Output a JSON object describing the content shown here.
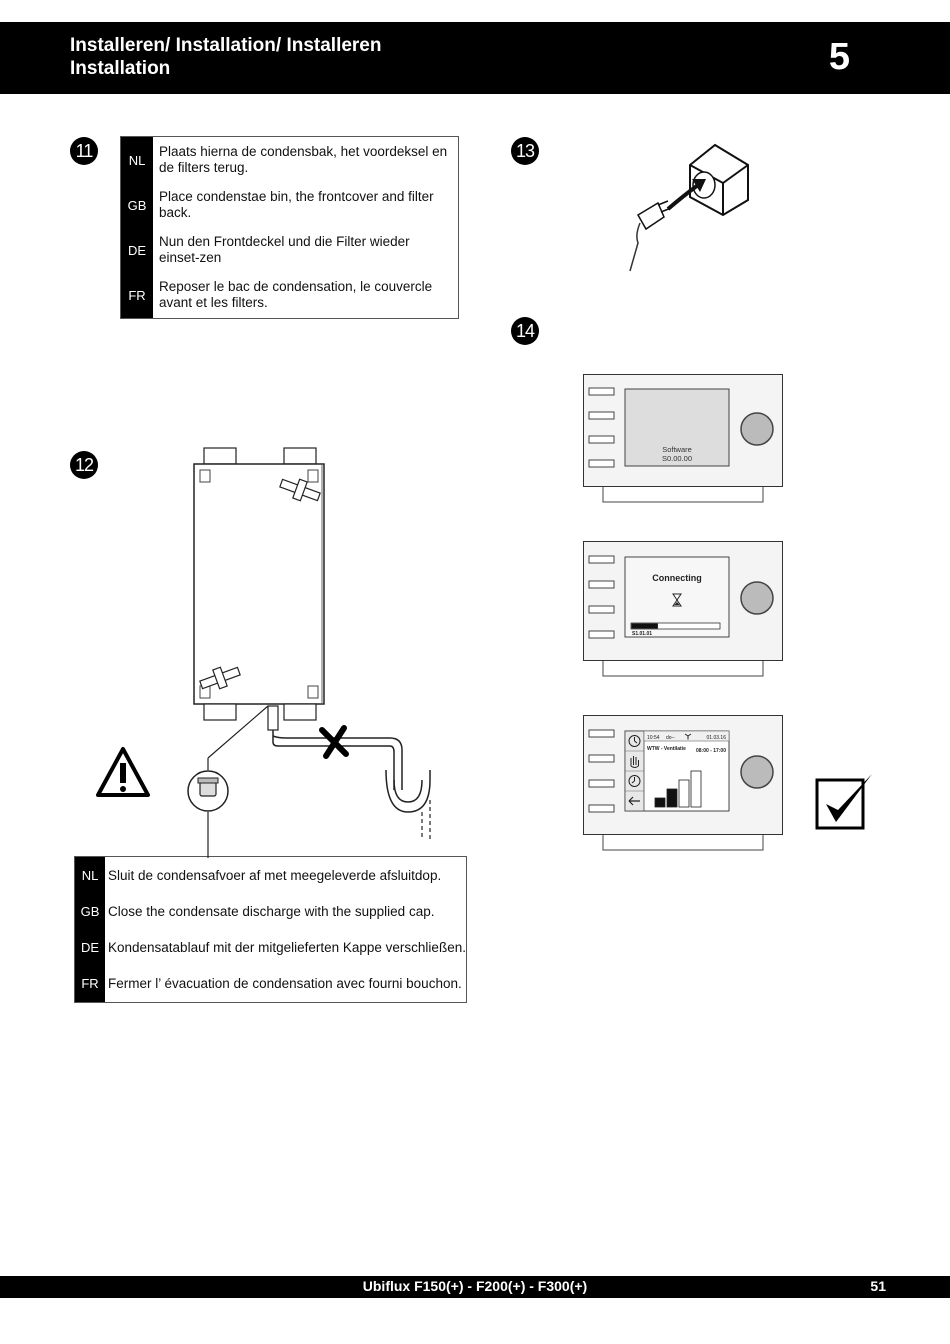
{
  "header": {
    "title_line1": "Installeren/ Installation/ Installeren",
    "title_line2": "Installation",
    "chapter": "5"
  },
  "steps": {
    "s11": "11",
    "s12": "12",
    "s13": "13",
    "s14": "14"
  },
  "step11_box": [
    {
      "lang": "NL",
      "text": "Plaats hierna de condensbak, het voordeksel en de filters terug."
    },
    {
      "lang": "GB",
      "text": "Place condenstae bin, the frontcover and filter back."
    },
    {
      "lang": "DE",
      "text": "Nun den Frontdeckel und die Filter wieder einset-zen"
    },
    {
      "lang": "FR",
      "text": "Reposer le bac de condensation, le couvercle avant et les filters."
    }
  ],
  "step12_box": [
    {
      "lang": "NL",
      "text": "Sluit de condensafvoer af met meegeleverde afsluitdop."
    },
    {
      "lang": "GB",
      "text": "Close the condensate discharge with the supplied cap."
    },
    {
      "lang": "DE",
      "text": "Kondensatablauf mit der mitgelieferten Kappe verschließen."
    },
    {
      "lang": "FR",
      "text": "Fermer l’ évacuation de condensation  avec fourni bouchon."
    }
  ],
  "displays": {
    "screen1": {
      "line1": "Software",
      "line2": "S0.00.00"
    },
    "screen2": {
      "title": "Connecting",
      "version": "S1.01.01",
      "progress": 0.3
    },
    "screen3": {
      "time": "10:54",
      "day": "do--",
      "date": "01.03.16",
      "label": "WTW - Ventilatie",
      "schedule": "08:00 - 17:00",
      "bar_levels": [
        1,
        2,
        3,
        4
      ]
    }
  },
  "icons": [
    "warning-triangle-icon",
    "checkmark-icon",
    "cross-icon",
    "hourglass-icon",
    "fan-icon",
    "hand-icon",
    "clock-icon",
    "back-arrow-icon"
  ],
  "footer": {
    "title": "Ubiflux F150(+) - F200(+) - F300(+)",
    "page": "51"
  }
}
